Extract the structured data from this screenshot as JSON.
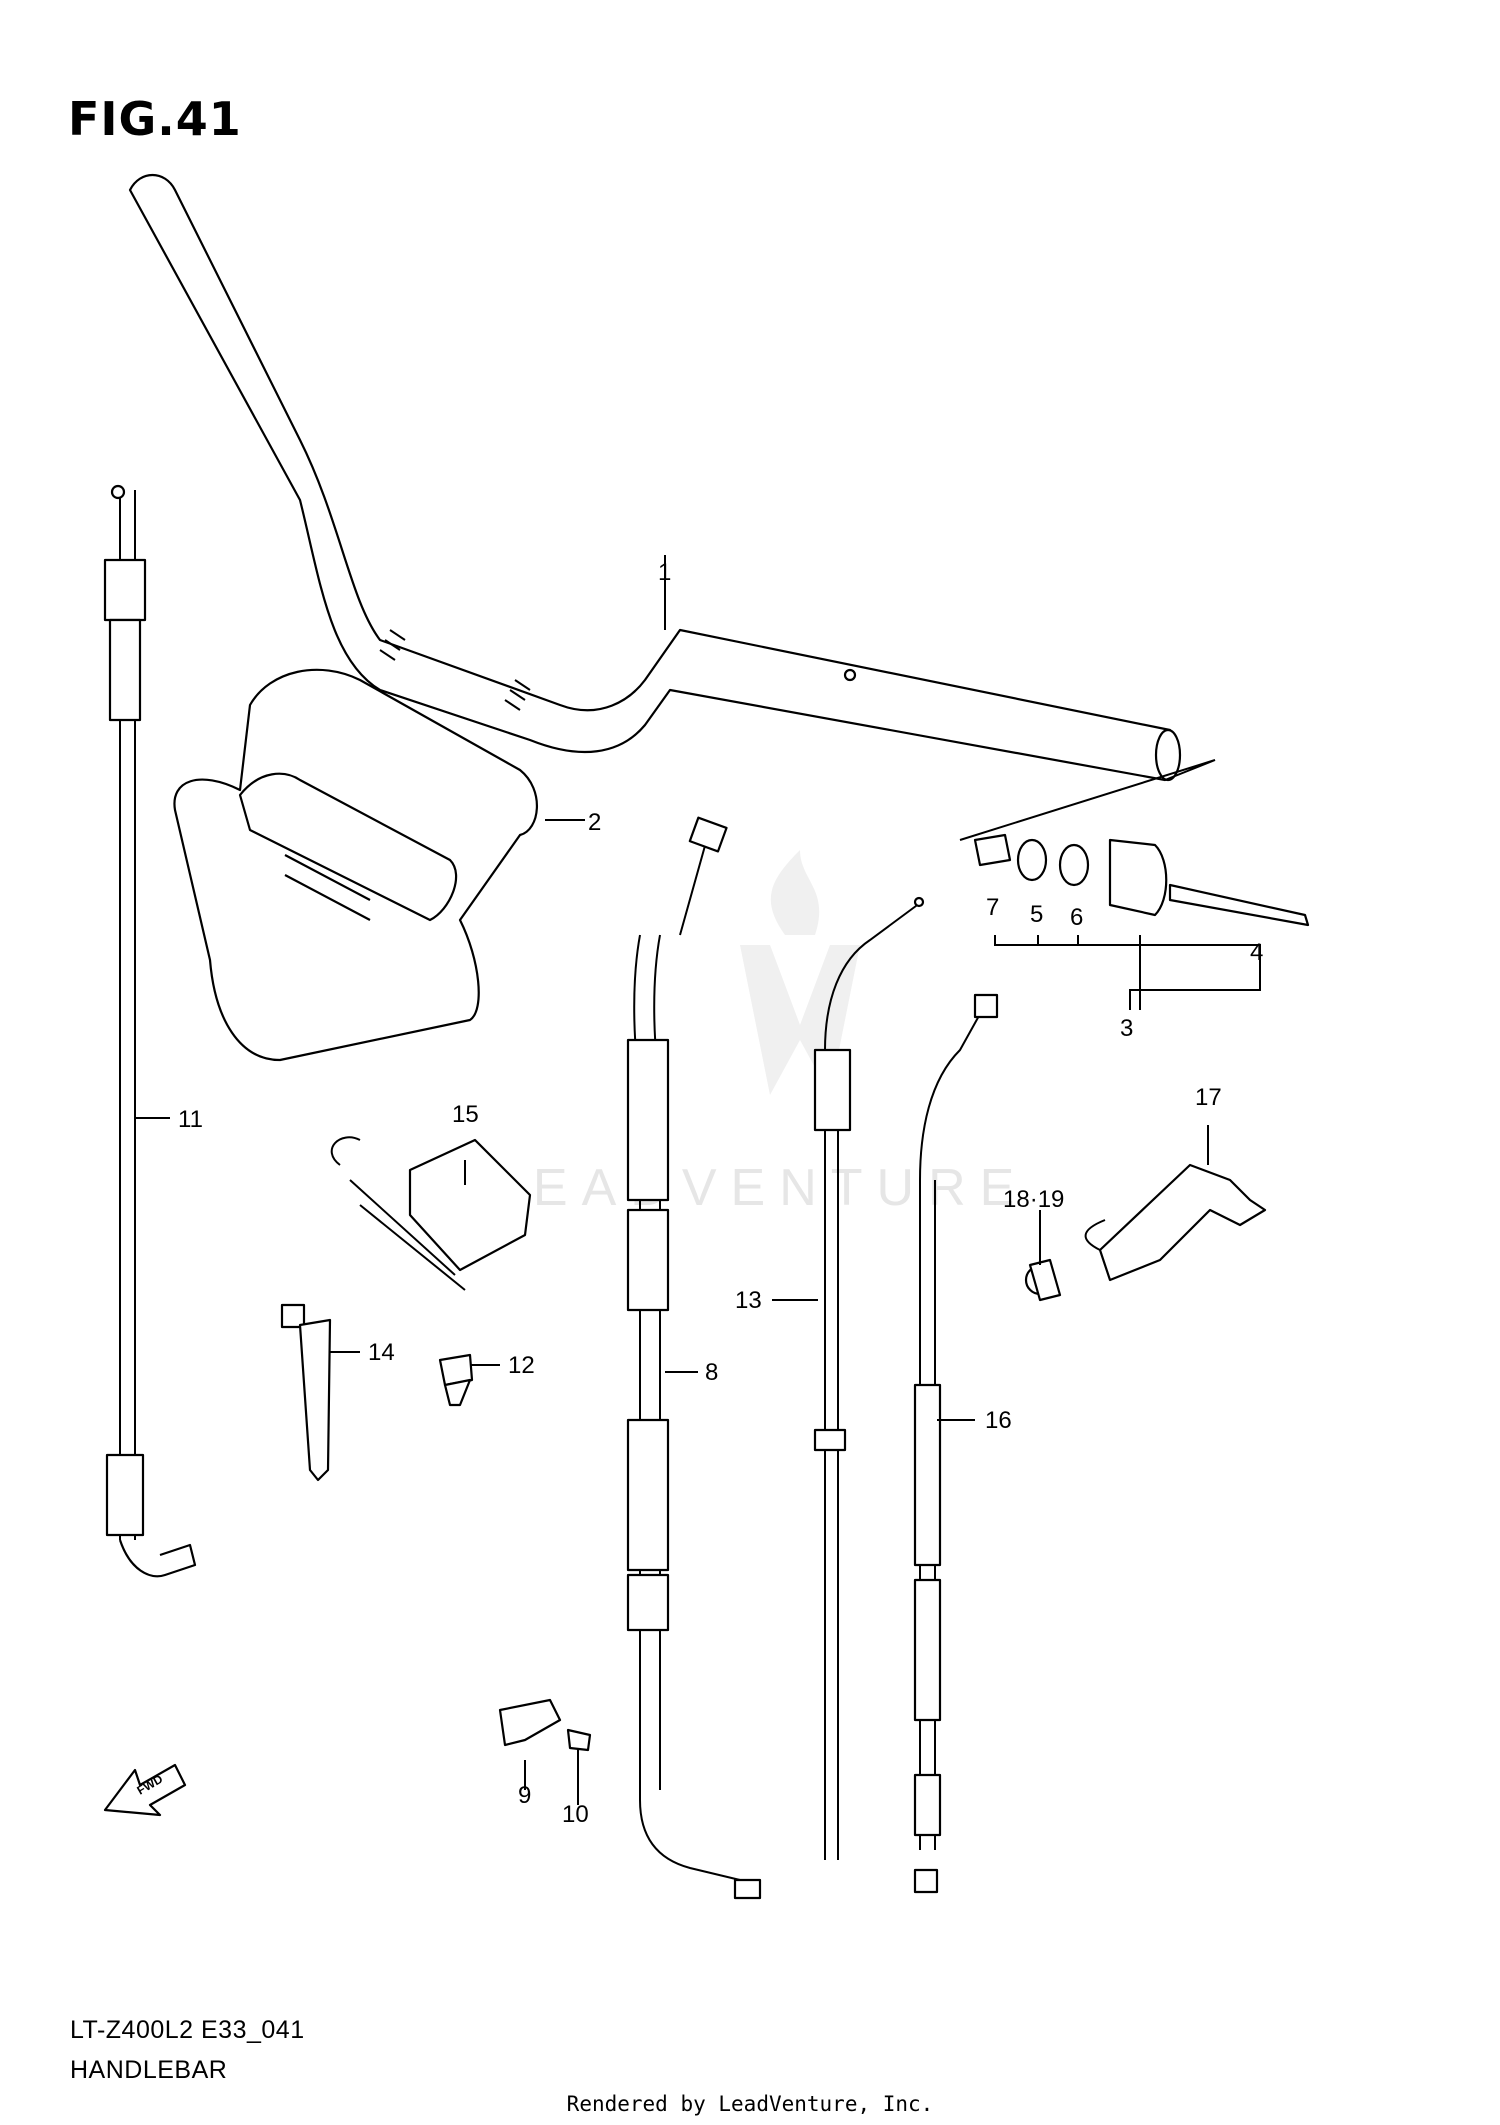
{
  "figure": {
    "title": "FIG.41"
  },
  "watermark": {
    "text": "LEADVENTURE"
  },
  "callouts": [
    "1",
    "2",
    "3",
    "4",
    "5",
    "6",
    "7",
    "8",
    "9",
    "10",
    "11",
    "12",
    "13",
    "14",
    "15",
    "16",
    "17",
    "18·19"
  ],
  "fwd_arrow": {
    "label": "FWD"
  },
  "footer": {
    "model_code": "LT-Z400L2 E33_041",
    "name": "HANDLEBAR"
  },
  "rendered_by": "Rendered by LeadVenture, Inc."
}
